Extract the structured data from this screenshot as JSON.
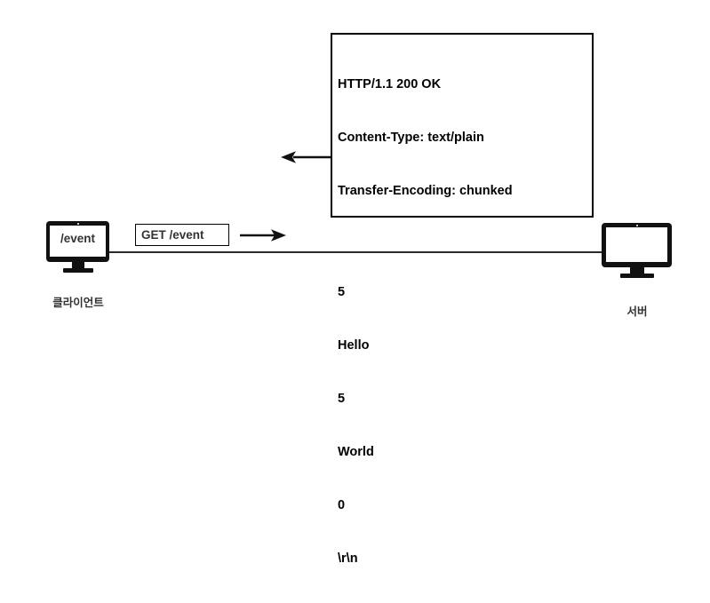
{
  "diagram": {
    "title": "HTTP chunked transfer encoding sequence",
    "background_color": "#ffffff",
    "line_color": "#2b2b2b",
    "text_color": "#333333"
  },
  "response_box": {
    "lines": [
      "HTTP/1.1 200 OK",
      "Content-Type: text/plain",
      "Transfer-Encoding: chunked",
      "",
      "5",
      "Hello",
      "5",
      "World",
      "0",
      "\\r\\n"
    ]
  },
  "client": {
    "screen_text": "/event",
    "label": "클라이언트"
  },
  "server": {
    "screen_text": "",
    "label": "서버"
  },
  "request": {
    "label": "GET /event"
  },
  "arrows": {
    "request_direction": "right-arrow-icon",
    "response_direction": "left-arrow-icon"
  }
}
